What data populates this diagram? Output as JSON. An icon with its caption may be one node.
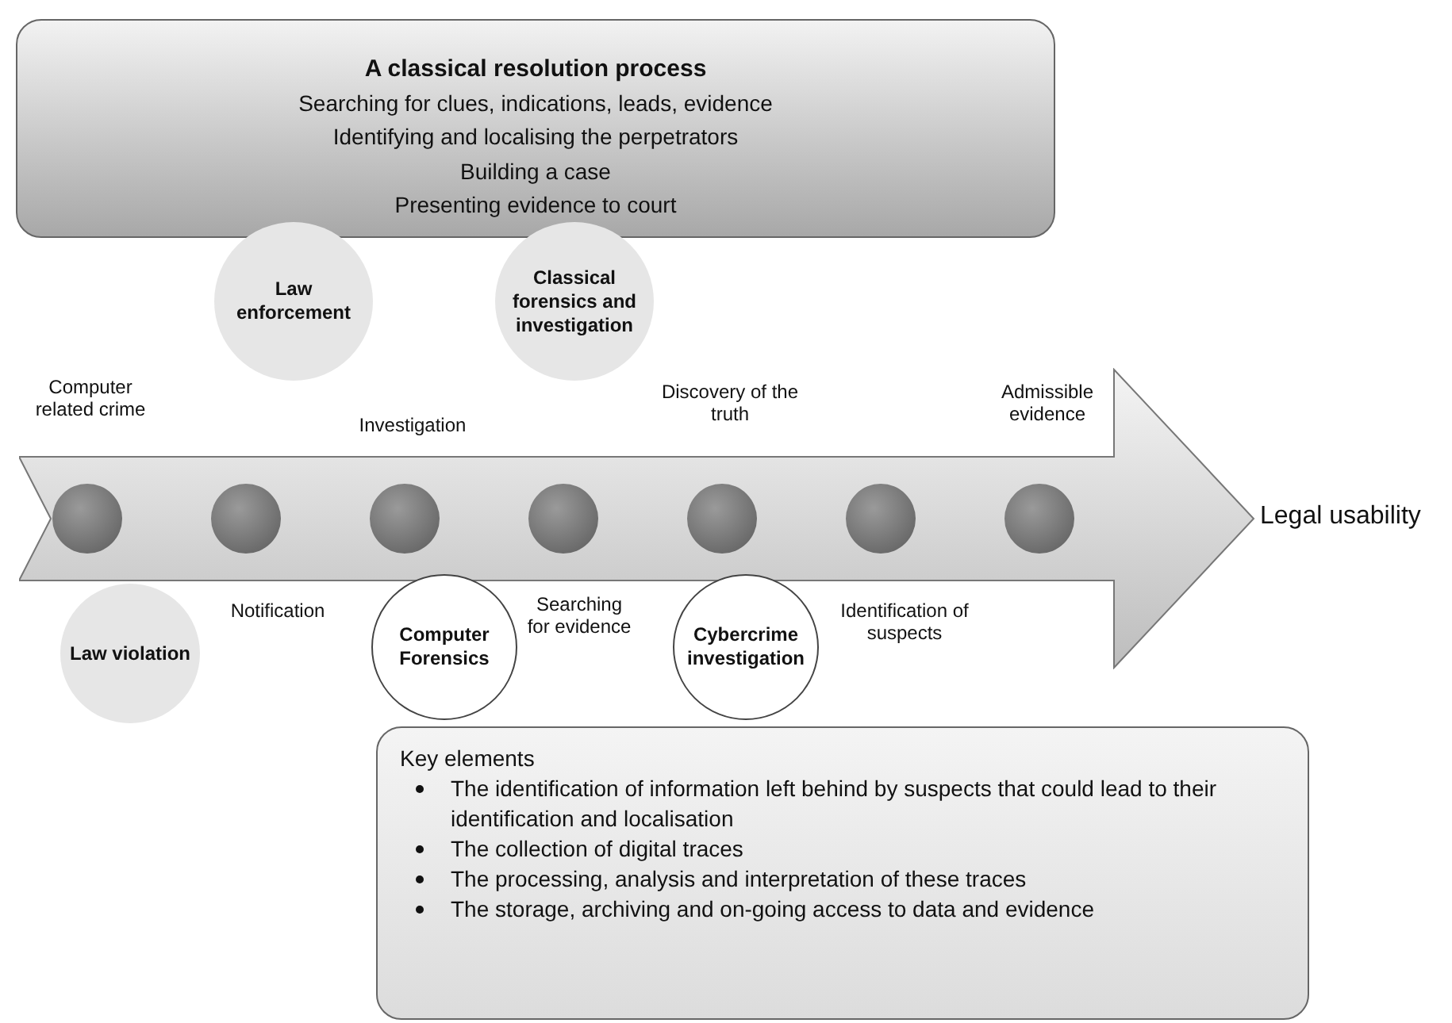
{
  "diagram": {
    "nodes": [
      {
        "text": [
          "A classical resolution process",
          "Searching for clues, indications, leads, evidence",
          "Identifying and localising the perpetrators",
          "Building a case",
          "Presenting evidence to court"
        ]
      },
      {
        "text": [
          "Law enforcement"
        ]
      },
      {
        "text": [
          "Classical forensics and investigation"
        ]
      },
      {
        "text": [],
        "shape": "arrow"
      },
      {
        "text": [],
        "shape": "circle",
        "in": 3
      },
      {
        "text": [],
        "shape": "circle",
        "in": 3
      },
      {
        "text": [],
        "shape": "circle",
        "in": 3
      },
      {
        "text": [],
        "shape": "circle",
        "in": 3
      },
      {
        "text": [],
        "shape": "circle",
        "in": 3
      },
      {
        "text": [],
        "shape": "circle",
        "in": 3
      },
      {
        "text": [],
        "shape": "circle",
        "in": 3
      },
      {
        "text": [
          "Law violation"
        ]
      },
      {
        "text": [
          "Computer Forensics"
        ]
      },
      {
        "text": [
          "Cybercrime investigation"
        ]
      },
      {
        "text": [
          "Key elements",
          "The identification of information left behind by suspects  that could lead to their identification and localisation",
          "The collection of digital traces",
          "The processing, analysis and interpretation of these traces",
          "The storage, archiving and on-going access to data and evidence"
        ]
      }
    ],
    "labels": [
      "Computer related crime",
      "Investigation",
      "Discovery of the truth",
      "Admissible evidence",
      "Legal usability",
      "Notification",
      "Searching for evidence",
      "Identification of suspects"
    ]
  }
}
